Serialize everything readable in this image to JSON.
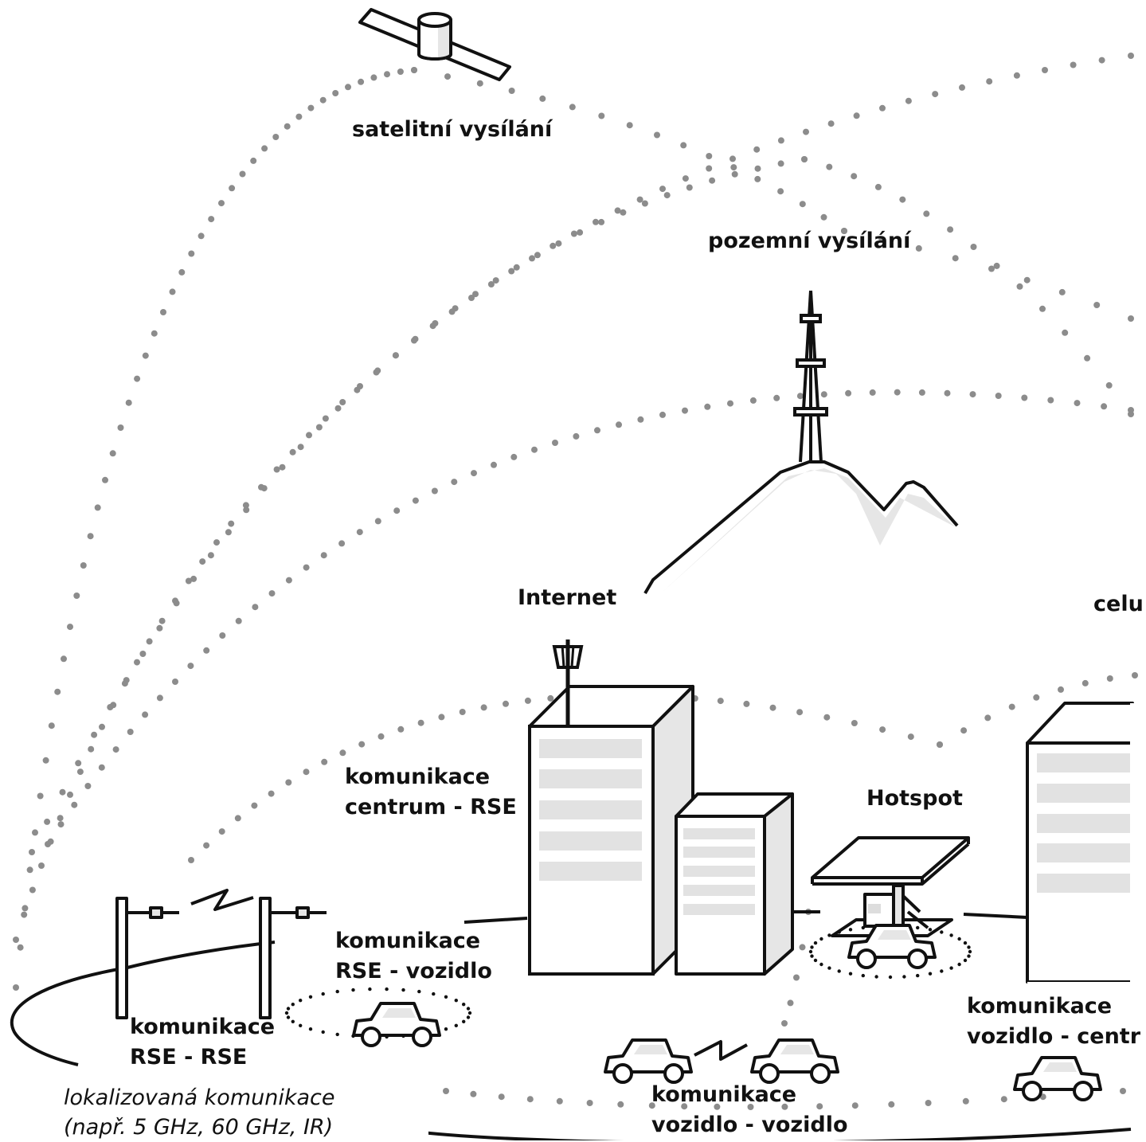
{
  "labels": {
    "satellite": "satelitní vysílání",
    "terrestrial": "pozemní vysílání",
    "internet": "Internet",
    "cellular": "celu",
    "hotspot": "Hotspot",
    "center_rse": [
      "komunikace",
      "centrum - RSE"
    ],
    "rse_vehicle": [
      "komunikace",
      "RSE - vozidlo"
    ],
    "rse_rse": [
      "komunikace",
      "RSE - RSE"
    ],
    "vehicle_center": [
      "komunikace",
      "vozidlo - centr"
    ],
    "vehicle_vehicle": [
      "komunikace",
      "vozidlo - vozidlo"
    ],
    "localized": [
      "lokalizovaná komunikace",
      "(např. 5 GHz, 60 GHz, IR)"
    ]
  },
  "colors": {
    "ink": "#111111",
    "dots": "#8c8c8c",
    "shade": "#e6e6e6",
    "paper": "#ffffff"
  }
}
